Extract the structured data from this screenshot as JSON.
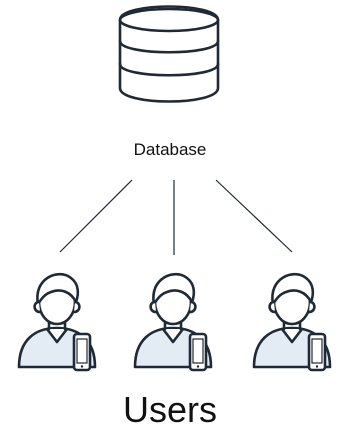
{
  "database": {
    "label": "Database",
    "icon": "database-icon"
  },
  "users": {
    "label": "Users",
    "count": 3,
    "icon": "user-with-phone-icon"
  },
  "colors": {
    "stroke": "#1f2a36",
    "shirt": "#e3ebf5",
    "text": "#111111",
    "background": "#ffffff"
  }
}
